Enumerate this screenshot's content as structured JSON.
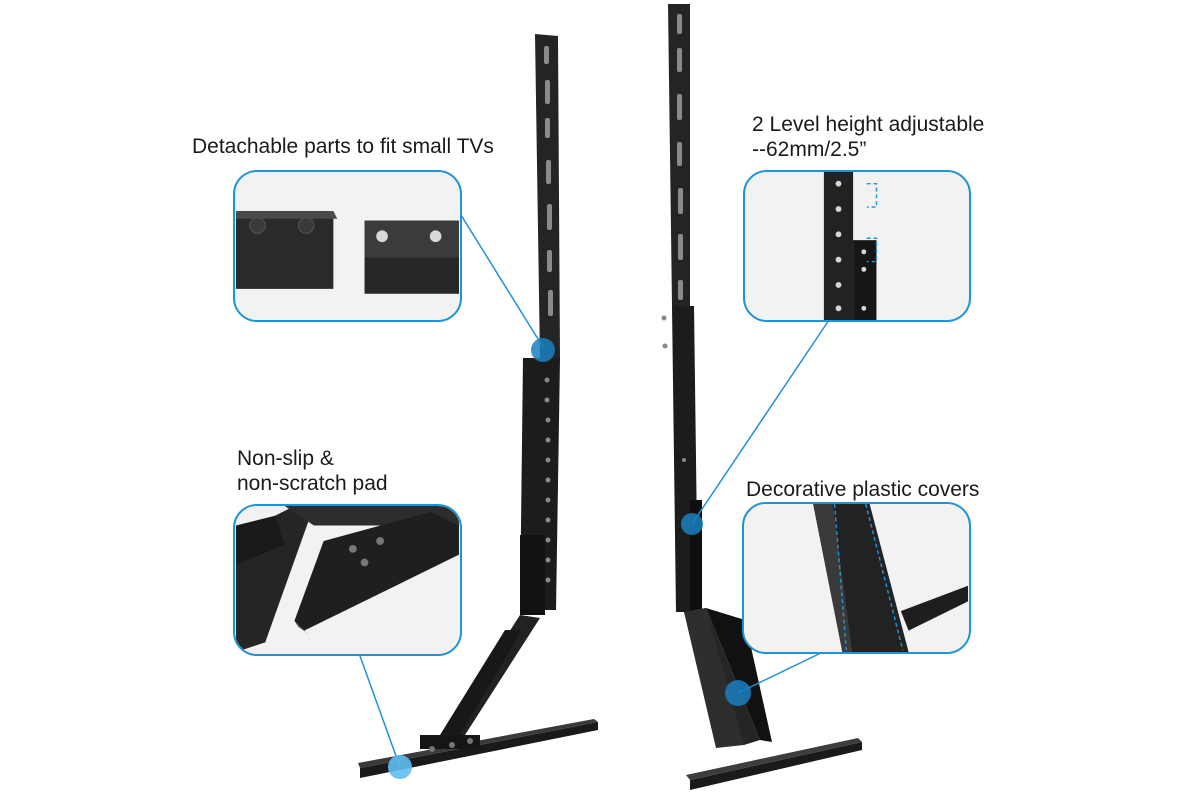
{
  "callouts": {
    "detachable": {
      "line1": "Detachable parts to fit small TVs"
    },
    "height": {
      "line1": "2 Level height adjustable",
      "line2": "--62mm/2.5”"
    },
    "pad": {
      "line1": "Non-slip &",
      "line2": "non-scratch pad"
    },
    "covers": {
      "line1": "Decorative plastic covers"
    }
  },
  "colors": {
    "accent": "#1e93d6",
    "hotspot": "#1a7fc0",
    "hotspot_light": "#5fbef2",
    "metal": "#1f1f1f",
    "metal_mid": "#2c2c2c",
    "background": "#ffffff"
  }
}
